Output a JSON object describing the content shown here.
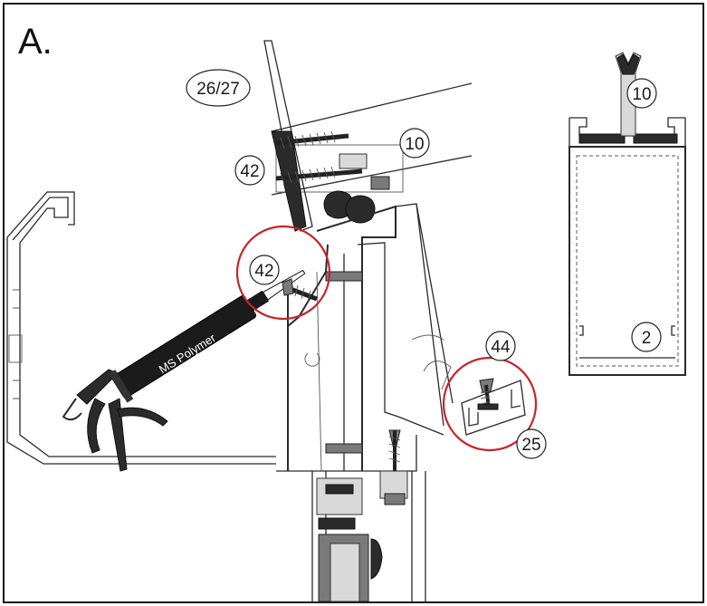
{
  "figure": {
    "section_label": "A.",
    "callouts": {
      "rafter_sealant": "26/27",
      "cap_top": "10",
      "screw_top": "42",
      "screw_highlight": "42",
      "cap_profile": "10",
      "insulation_profile": "2",
      "fixing_screw": "44",
      "clip_profile": "25"
    },
    "sealant_gun_label": "MS Polymer",
    "highlight_color": "#c8242b"
  }
}
